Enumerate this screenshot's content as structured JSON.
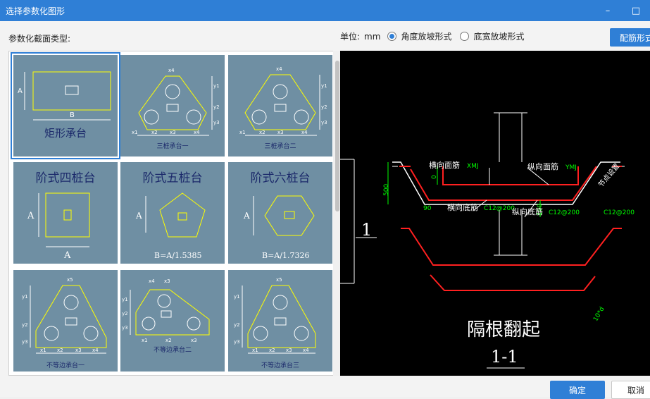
{
  "window": {
    "title": "选择参数化图形",
    "buttons": [
      "–",
      "□"
    ]
  },
  "dialog": {
    "type_label": "参数化截面类型:",
    "unit_label": "单位:",
    "unit_value": "mm",
    "radio_options": [
      {
        "label": "角度放坡形式",
        "selected": true
      },
      {
        "label": "底宽放坡形式",
        "selected": false
      }
    ],
    "rebar_button": "配筋形式",
    "ok_button": "确定",
    "cancel_button": "取消"
  },
  "thumbnails": [
    {
      "title": "矩形承台",
      "dims": [
        "A",
        "B"
      ],
      "selected": true
    },
    {
      "title": "三桩承台一",
      "dims": [
        "x4",
        "y1",
        "y2",
        "y3",
        "x1",
        "x2",
        "x3",
        "x4"
      ],
      "selected": false
    },
    {
      "title": "三桩承台二",
      "dims": [
        "x4",
        "y1",
        "y2",
        "y3",
        "x1",
        "x2",
        "x3",
        "x4"
      ],
      "selected": false
    },
    {
      "title": "阶式四桩台",
      "dims": [
        "A",
        "A"
      ],
      "selected": false
    },
    {
      "title": "阶式五桩台",
      "dims": [
        "A",
        "B=A/1.5385"
      ],
      "selected": false
    },
    {
      "title": "阶式六桩台",
      "dims": [
        "A",
        "B=A/1.7326"
      ],
      "selected": false
    },
    {
      "title": "不等边承台一",
      "dims": [
        "x5",
        "y1",
        "y2",
        "y3",
        "x1",
        "x2",
        "x3",
        "x4"
      ],
      "selected": false
    },
    {
      "title": "不等边承台二",
      "dims": [
        "x4",
        "x3",
        "y1",
        "y2",
        "y3",
        "x1",
        "x2",
        "x3"
      ],
      "selected": false
    },
    {
      "title": "不等边承台三",
      "dims": [
        "x5",
        "y1",
        "y2",
        "y3",
        "x1",
        "x2",
        "x3",
        "x4"
      ],
      "selected": false
    }
  ],
  "preview": {
    "labels": {
      "top_bar_x": "横向面筋",
      "top_bar_x_code": "XMJ",
      "top_bar_y": "纵向面筋",
      "top_bar_y_code": "YMJ",
      "bottom_bar_x": "横向底筋",
      "bottom_bar_x_spec": "C12@200",
      "bottom_bar_y": "纵向底筋",
      "bottom_bar_y_spec": "C12@200",
      "side_bar": "C12@200",
      "side_note": "节点设置",
      "dim_500": "500",
      "dim_0": "0",
      "dim_100": "100",
      "angle": "90",
      "hook": "10*d",
      "section_mark": "1",
      "caption": "隔根翻起",
      "section_id": "1-1"
    },
    "colors": {
      "concrete": "#ffffff",
      "rebar": "#ff2020",
      "dimension": "#00ff00",
      "highlight": "#ffff00",
      "code_text": "#00ff00"
    }
  }
}
